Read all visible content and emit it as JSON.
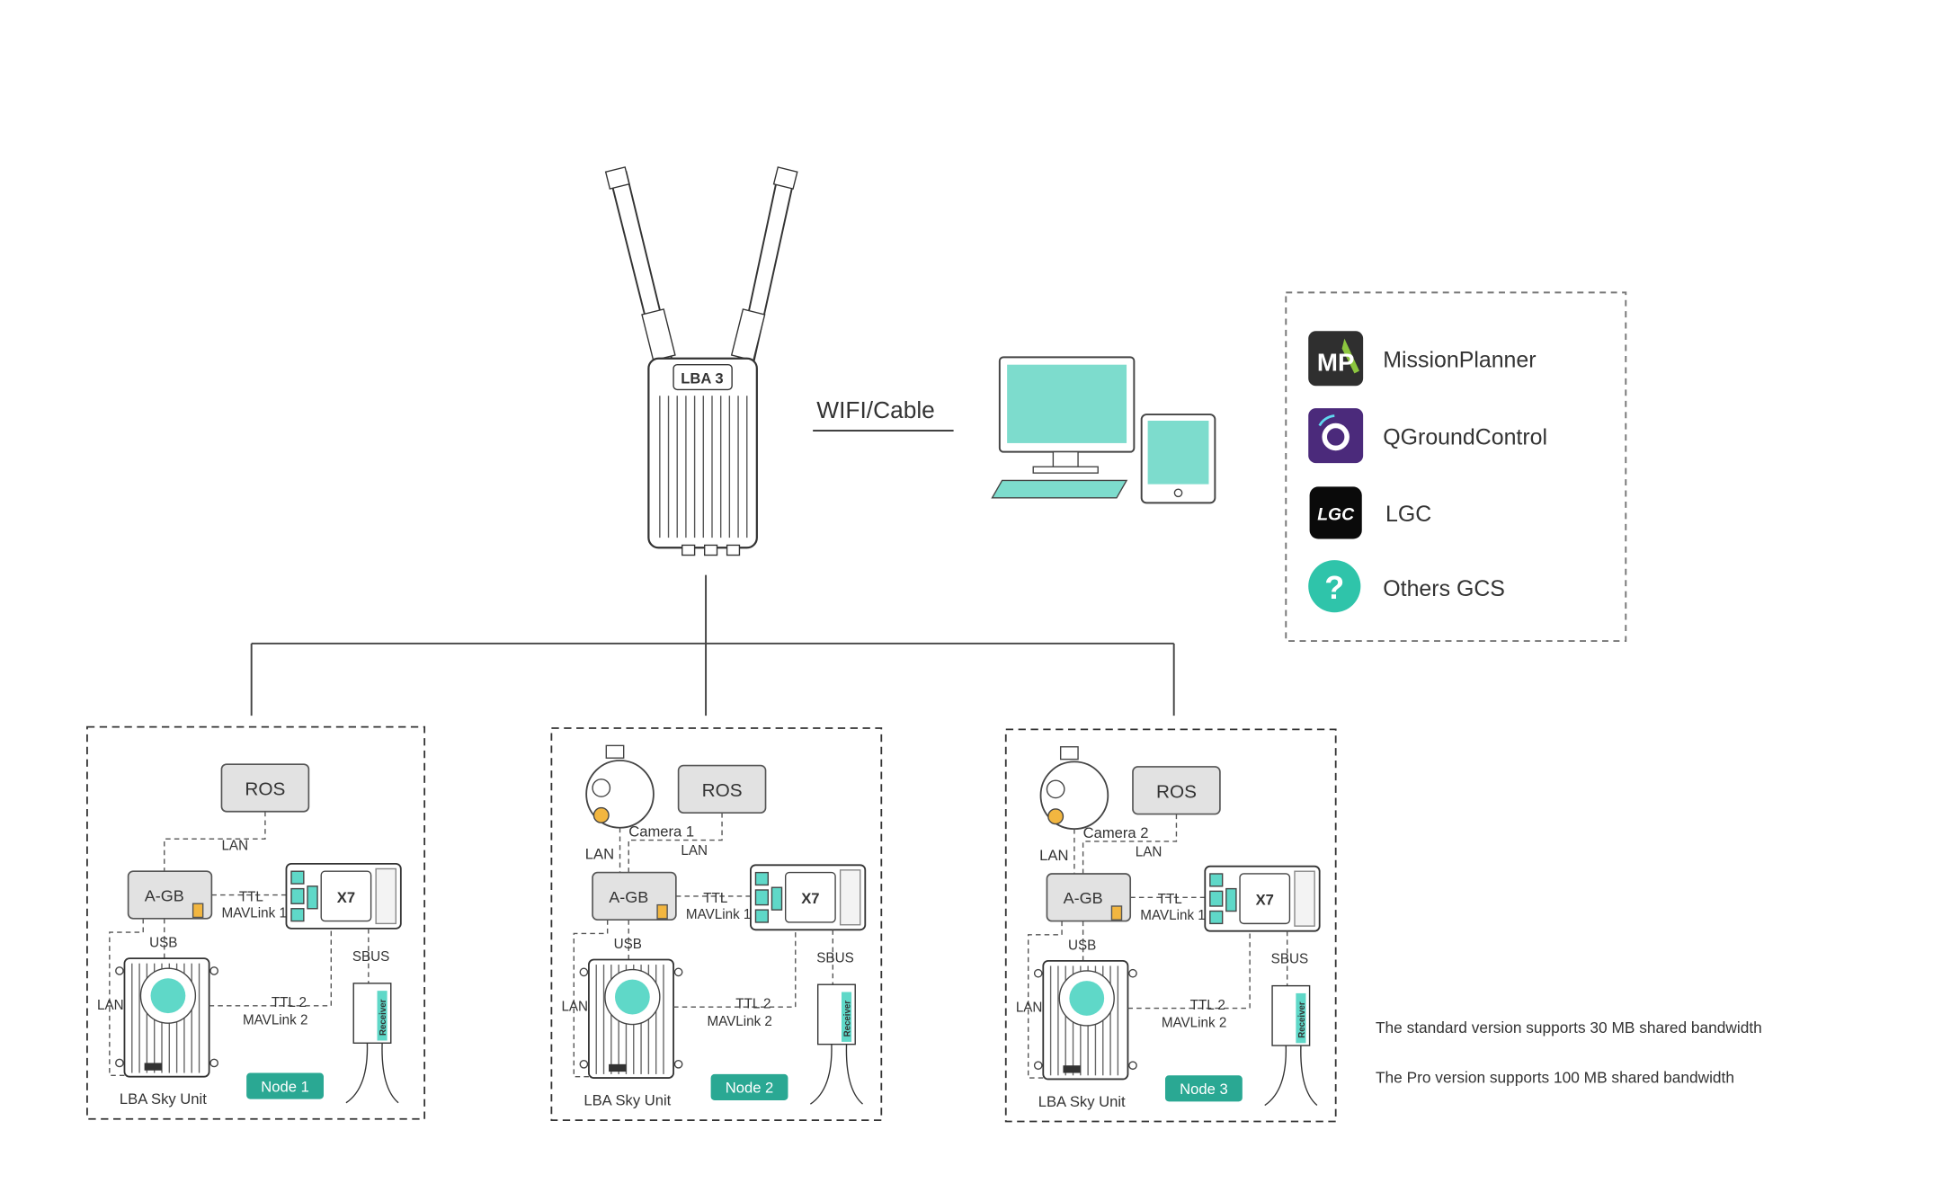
{
  "ground_unit": {
    "label": "LBA 3"
  },
  "link": {
    "label": "WIFI/Cable"
  },
  "gcs_legend": {
    "items": [
      {
        "label": "MissionPlanner",
        "icon": "missionplanner-icon",
        "icon_text": "MP"
      },
      {
        "label": "QGroundControl",
        "icon": "qgroundcontrol-icon",
        "icon_text": "Q"
      },
      {
        "label": "LGC",
        "icon": "lgc-icon",
        "icon_text": "LGC"
      },
      {
        "label": "Others GCS",
        "icon": "question-icon",
        "icon_text": "?"
      }
    ]
  },
  "nodes": [
    {
      "badge": "Node 1",
      "ros": "ROS",
      "agb": "A-GB",
      "fc": "X7",
      "receiver": "Receiver",
      "sky_unit": "LBA Sky Unit",
      "labels": {
        "lan_ros": "LAN",
        "ttl1": "TTL",
        "mavlink1": "MAVLink 1",
        "usb": "USB",
        "lan_sky": "LAN",
        "ttl2": "TTL 2",
        "mavlink2": "MAVLink 2",
        "sbus": "SBUS"
      }
    },
    {
      "badge": "Node 2",
      "ros": "ROS",
      "agb": "A-GB",
      "fc": "X7",
      "receiver": "Receiver",
      "sky_unit": "LBA Sky Unit",
      "camera": "Camera 1",
      "camera_lan": "LAN",
      "labels": {
        "lan_ros": "LAN",
        "ttl1": "TTL",
        "mavlink1": "MAVLink 1",
        "usb": "USB",
        "lan_sky": "LAN",
        "ttl2": "TTL 2",
        "mavlink2": "MAVLink 2",
        "sbus": "SBUS"
      }
    },
    {
      "badge": "Node 3",
      "ros": "ROS",
      "agb": "A-GB",
      "fc": "X7",
      "receiver": "Receiver",
      "sky_unit": "LBA Sky Unit",
      "camera": "Camera 2",
      "camera_lan": "LAN",
      "labels": {
        "lan_ros": "LAN",
        "ttl1": "TTL",
        "mavlink1": "MAVLink 1",
        "usb": "USB",
        "lan_sky": "LAN",
        "ttl2": "TTL 2",
        "mavlink2": "MAVLink 2",
        "sbus": "SBUS"
      }
    }
  ],
  "notes": [
    "The standard version supports 30 MB shared bandwidth",
    "The Pro version supports 100 MB shared bandwidth"
  ],
  "colors": {
    "teal": "#5fd8c8",
    "badge": "#2aa893",
    "qgc_purple": "#4b2a7b",
    "mp_green": "#8cc63f"
  }
}
